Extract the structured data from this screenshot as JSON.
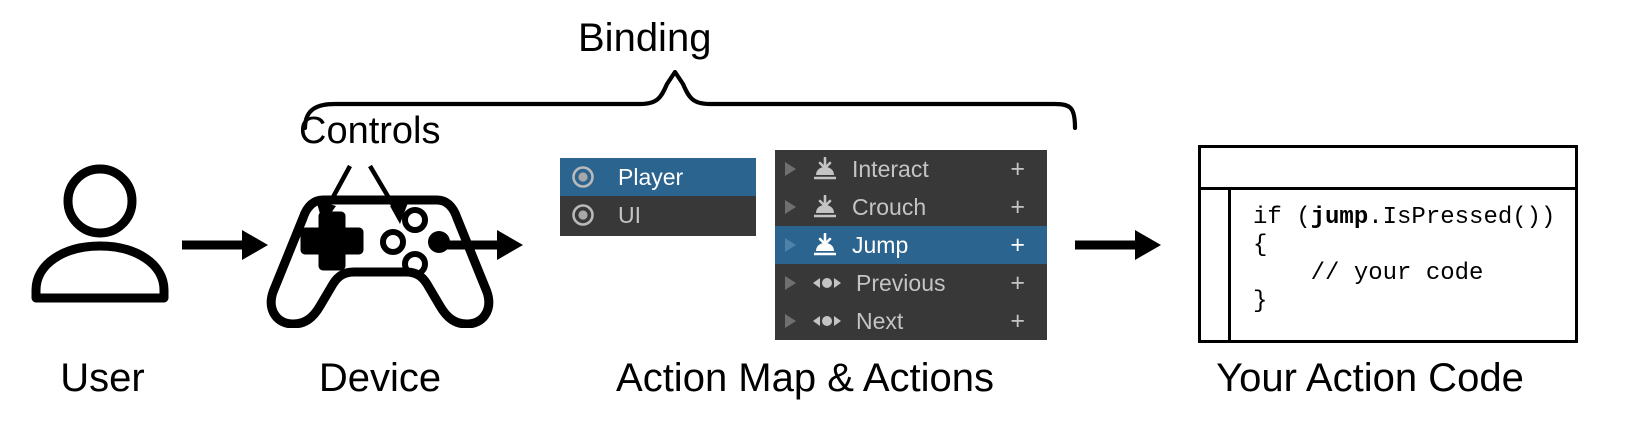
{
  "diagram": {
    "title_annotation": "Binding",
    "controls_annotation": "Controls",
    "captions": {
      "user": "User",
      "device": "Device",
      "action_map": "Action Map & Actions",
      "code": "Your Action Code"
    },
    "icons": {
      "user": "user-icon",
      "device": "gamepad-icon",
      "flow": "arrow-right-icon",
      "brace": "curly-brace-icon"
    }
  },
  "action_map_panel": {
    "name": "action-maps-list",
    "rows": [
      {
        "label": "Player",
        "icon": "action-map-ring-icon",
        "selected": true
      },
      {
        "label": "UI",
        "icon": "action-map-ring-icon",
        "selected": false
      }
    ]
  },
  "actions_panel": {
    "name": "actions-list",
    "add_label": "+",
    "rows": [
      {
        "label": "Interact",
        "icon": "button-action-icon",
        "selected": false,
        "add": "+"
      },
      {
        "label": "Crouch",
        "icon": "button-action-icon",
        "selected": false,
        "add": "+"
      },
      {
        "label": "Jump",
        "icon": "button-action-icon",
        "selected": true,
        "add": "+"
      },
      {
        "label": "Previous",
        "icon": "axis-action-icon",
        "selected": false,
        "add": "+"
      },
      {
        "label": "Next",
        "icon": "axis-action-icon",
        "selected": false,
        "add": "+"
      }
    ]
  },
  "code_window": {
    "lines": [
      {
        "pre": "if (",
        "bold": "jump",
        "post": ".IsPressed())"
      },
      {
        "pre": "{",
        "bold": "",
        "post": ""
      },
      {
        "pre": "    // your code",
        "bold": "",
        "post": ""
      },
      {
        "pre": "}",
        "bold": "",
        "post": ""
      }
    ],
    "full_text": "if (jump.IsPressed())\n{\n    // your code\n}"
  },
  "colors": {
    "panel_bg": "#383838",
    "selected_blue": "#2b648f",
    "row_text": "#c4c4c4",
    "selected_text": "#ffffff",
    "foldout": "#6f6f6f",
    "ink": "#000000",
    "page_bg": "#ffffff"
  }
}
